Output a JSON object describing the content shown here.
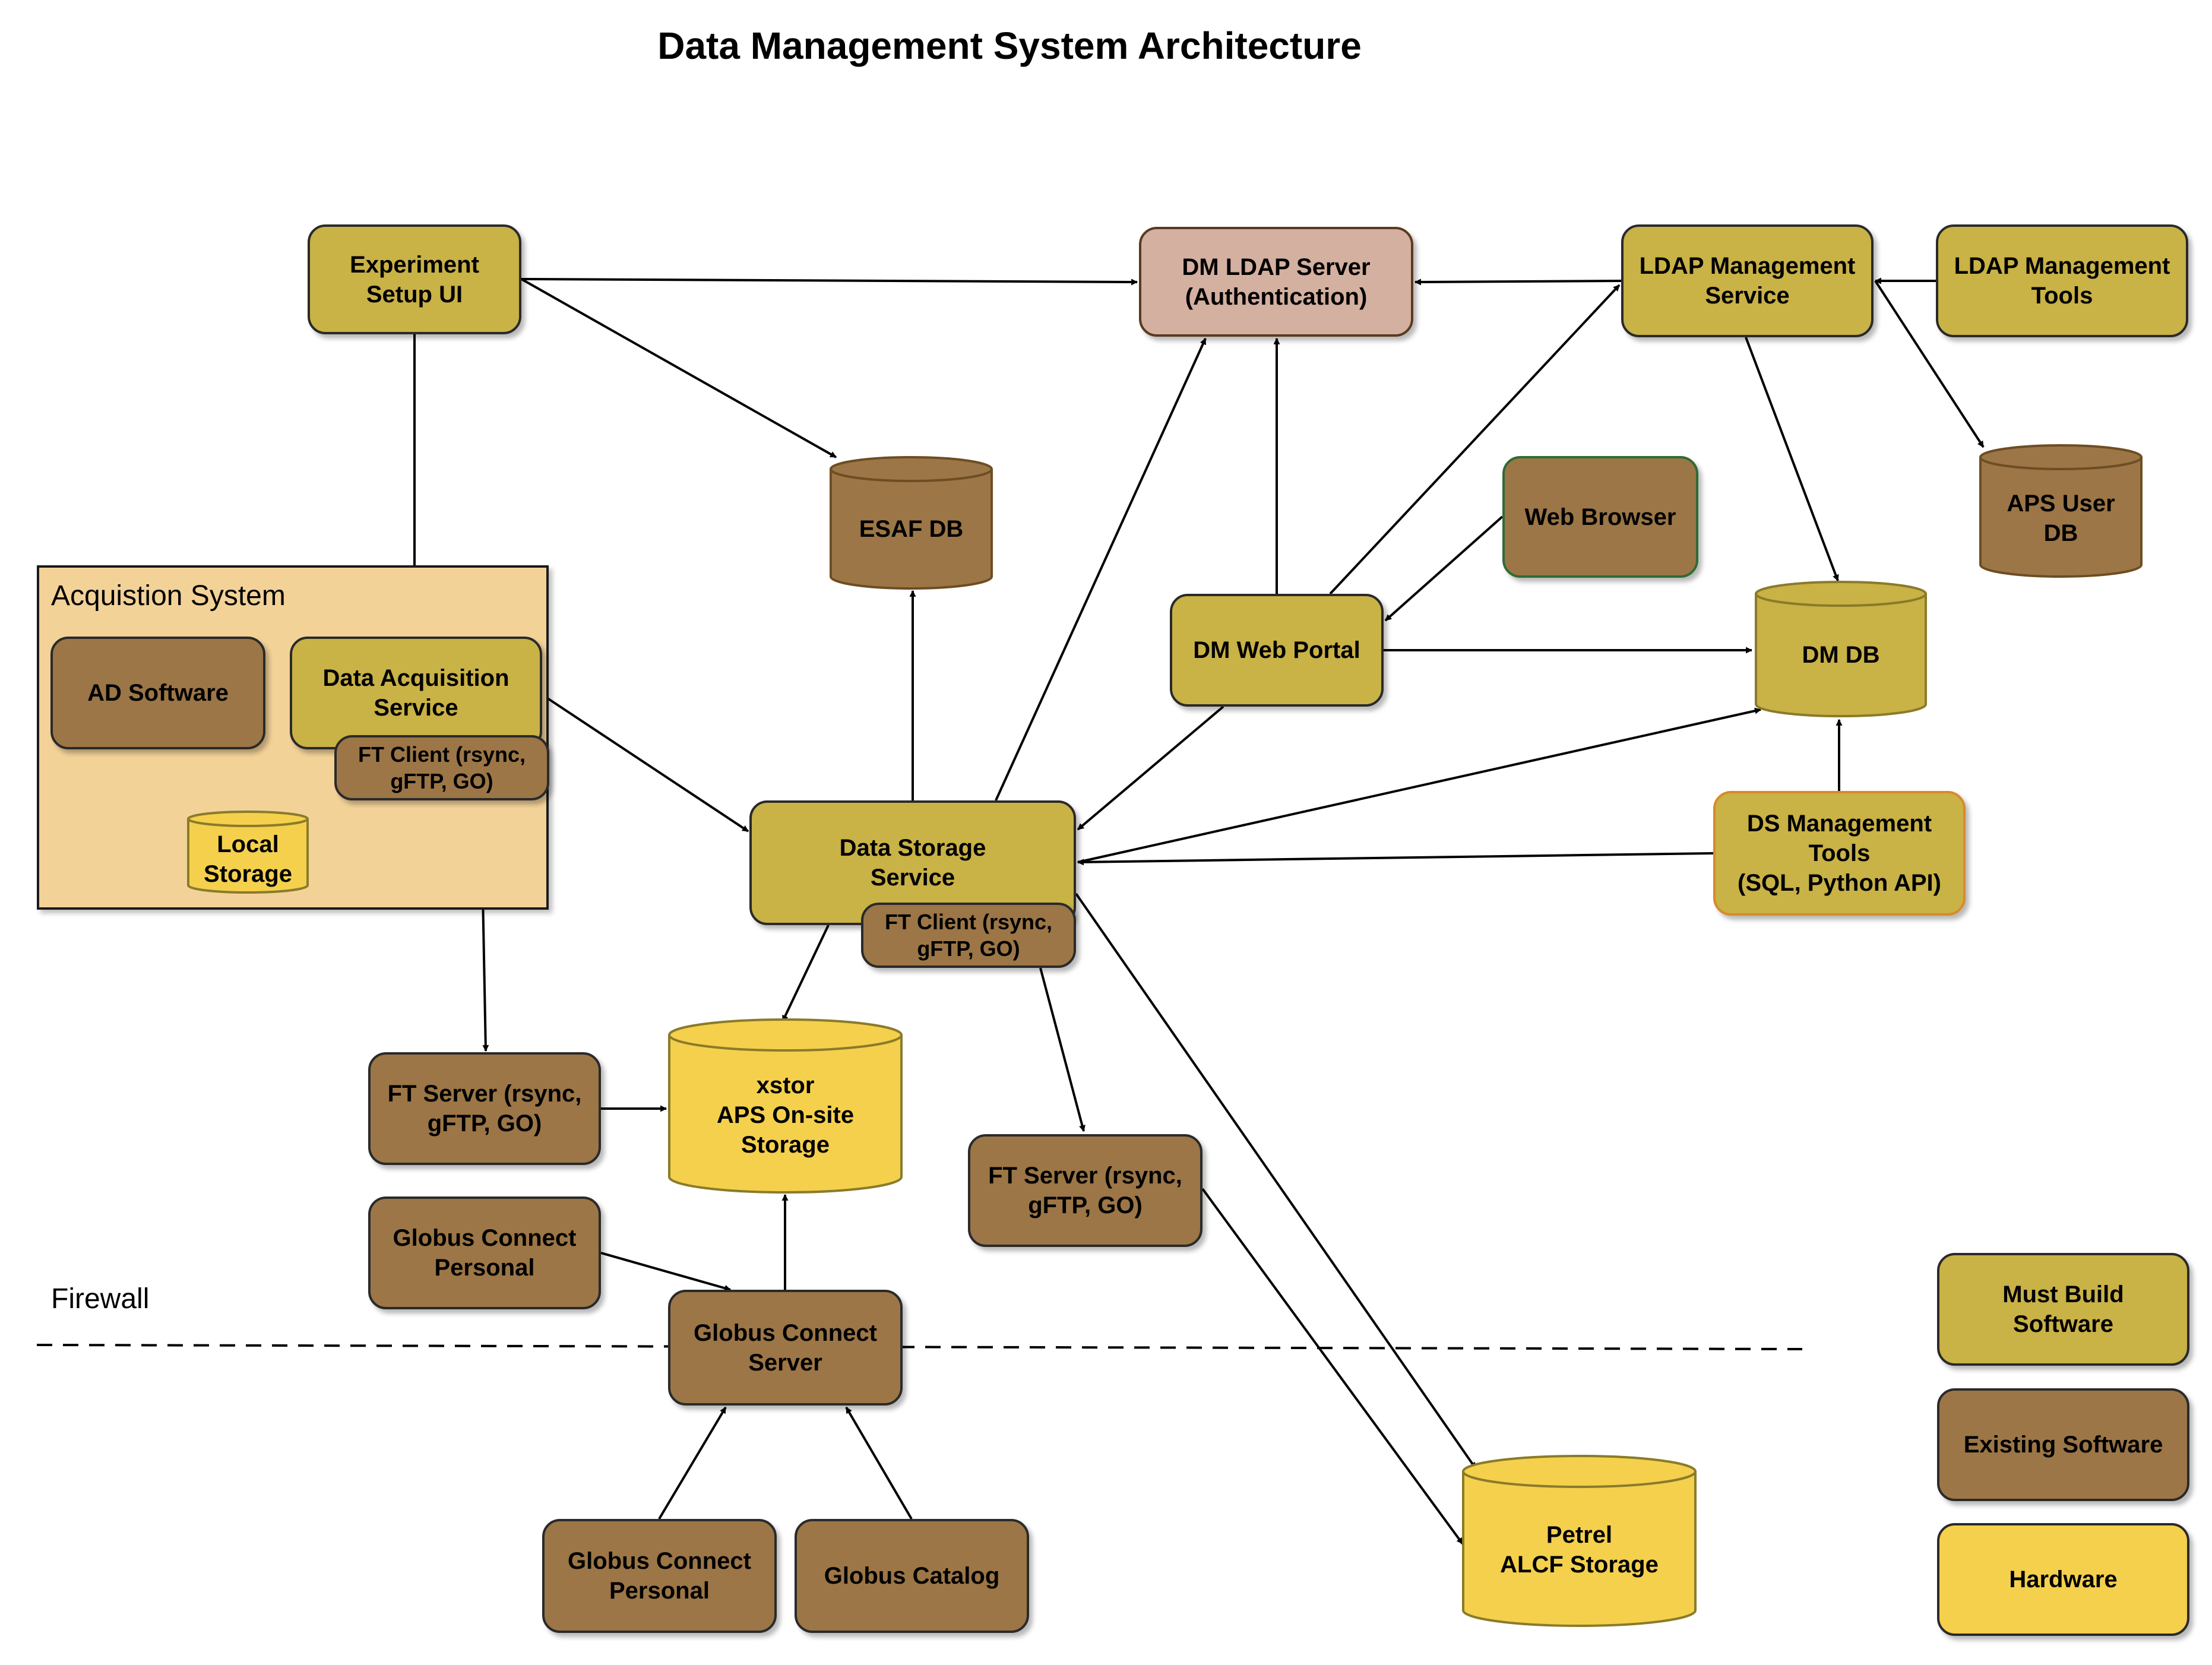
{
  "title": "Data Management System Architecture",
  "acquisition_label": "Acquistion System",
  "firewall_label": "Firewall",
  "colors": {
    "must_build": "#c9b246",
    "existing": "#9c7646",
    "hardware": "#f4d04d",
    "ldap_server": "#d4b0a0",
    "acquisition_bg": "#f3d298"
  },
  "nodes": {
    "experiment_setup_ui": "Experiment\nSetup UI",
    "dm_ldap_server": "DM LDAP Server\n(Authentication)",
    "ldap_management_service": "LDAP Management\nService",
    "ldap_management_tools": "LDAP Management\nTools",
    "esaf_db": "ESAF DB",
    "aps_user_db": "APS User\nDB",
    "web_browser": "Web Browser",
    "dm_web_portal": "DM Web Portal",
    "dm_db": "DM DB",
    "ad_software": "AD Software",
    "data_acquisition_service": "Data Acquisition\nService",
    "ft_client_acq": "FT Client (rsync,\ngFTP, GO)",
    "local_storage": "Local\nStorage",
    "data_storage_service": "Data Storage\nService",
    "ft_client_ds": "FT Client (rsync,\ngFTP, GO)",
    "ds_management_tools": "DS Management\nTools\n(SQL, Python API)",
    "ft_server_left": "FT Server (rsync,\ngFTP, GO)",
    "xstor": "xstor\nAPS On-site\nStorage",
    "ft_server_mid": "FT Server (rsync,\ngFTP, GO)",
    "globus_connect_personal_top": "Globus Connect\nPersonal",
    "globus_connect_server": "Globus Connect\nServer",
    "globus_connect_personal_bottom": "Globus Connect\nPersonal",
    "globus_catalog": "Globus Catalog",
    "petrel": "Petrel\nALCF Storage"
  },
  "legend": {
    "must_build": "Must Build\nSoftware",
    "existing": "Existing Software",
    "hardware": "Hardware"
  }
}
